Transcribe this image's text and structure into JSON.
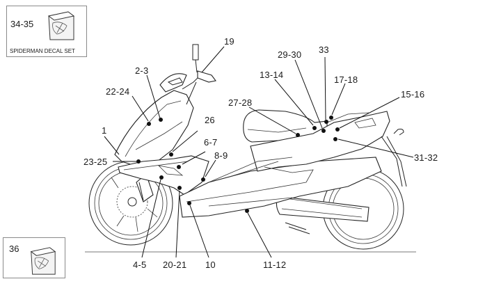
{
  "diagram": {
    "title": "Decals exploded view",
    "kits": [
      {
        "number": "34-35",
        "caption": "SPIDERMAN DECAL SET",
        "icon": "decal-set-icon"
      },
      {
        "number": "36",
        "caption": "",
        "icon": "decal-set-icon"
      }
    ],
    "callouts": [
      {
        "id": "c1",
        "label": "1"
      },
      {
        "id": "c2",
        "label": "2-3"
      },
      {
        "id": "c3",
        "label": "22-24"
      },
      {
        "id": "c4",
        "label": "23-25"
      },
      {
        "id": "c5",
        "label": "19"
      },
      {
        "id": "c6",
        "label": "26"
      },
      {
        "id": "c7",
        "label": "6-7"
      },
      {
        "id": "c8",
        "label": "8-9"
      },
      {
        "id": "c9",
        "label": "27-28"
      },
      {
        "id": "c10",
        "label": "13-14"
      },
      {
        "id": "c11",
        "label": "29-30"
      },
      {
        "id": "c12",
        "label": "33"
      },
      {
        "id": "c13",
        "label": "17-18"
      },
      {
        "id": "c14",
        "label": "15-16"
      },
      {
        "id": "c15",
        "label": "31-32"
      },
      {
        "id": "c16",
        "label": "4-5"
      },
      {
        "id": "c17",
        "label": "20-21"
      },
      {
        "id": "c18",
        "label": "10"
      },
      {
        "id": "c19",
        "label": "11-12"
      }
    ]
  }
}
